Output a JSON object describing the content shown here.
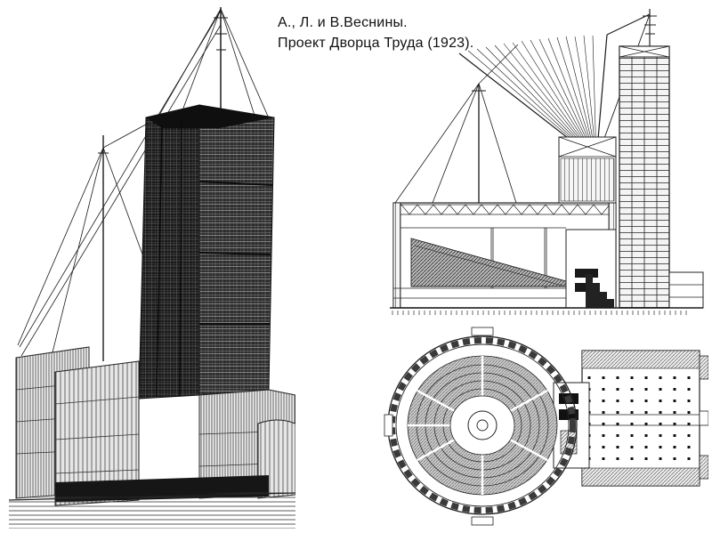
{
  "page": {
    "paper_color": "#ffffff",
    "ink_color": "#1a1a1a"
  },
  "caption": {
    "line1": "А., Л. и В.Веснины.",
    "line2": "Проект Дворца Труда (1923)."
  },
  "figures": {
    "perspective": "perspective-drawing-of-tower",
    "section": "section-elevation-drawing",
    "plan": "ground-floor-plan-drawing"
  }
}
